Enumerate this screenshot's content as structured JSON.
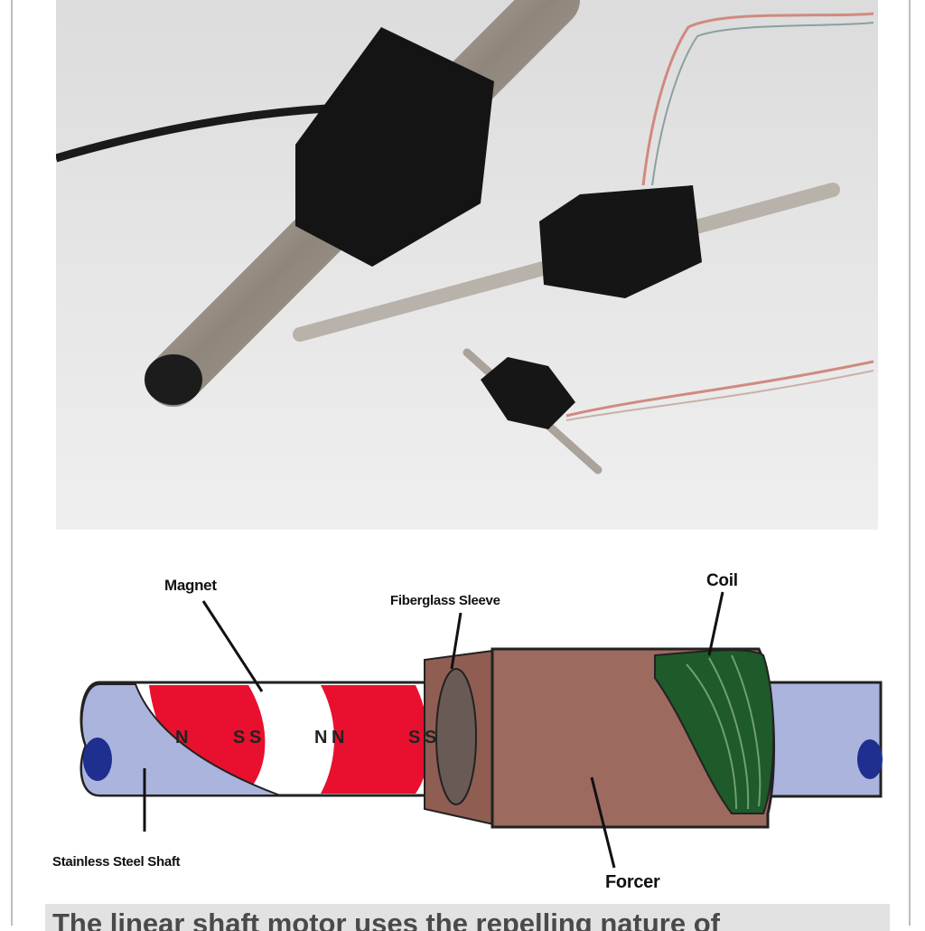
{
  "diagram": {
    "labels": {
      "magnet": "Magnet",
      "fiberglass_sleeve": "Fiberglass Sleeve",
      "coil": "Coil",
      "stainless_steel_shaft": "Stainless Steel Shaft",
      "forcer": "Forcer"
    },
    "poles": [
      "N",
      "S",
      "S",
      "N",
      "N",
      "S",
      "S"
    ],
    "colors": {
      "magnet_red": "#e8102e",
      "shaft": "#aab4dc",
      "shaft_end": "#1f2f8f",
      "forcer": "#9c6a5e",
      "coil": "#1f5a2a"
    }
  },
  "caption": "The linear shaft motor uses the repelling nature of"
}
